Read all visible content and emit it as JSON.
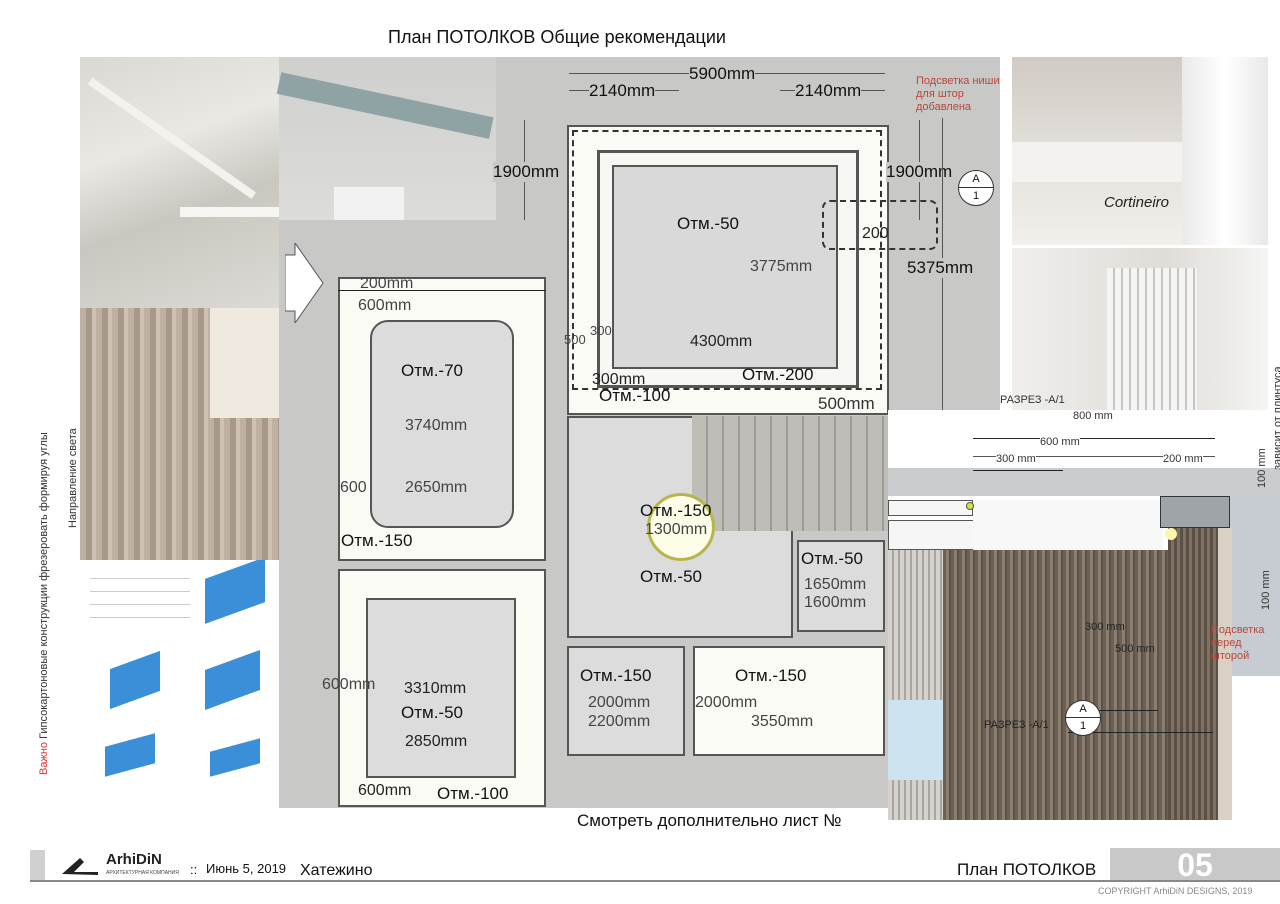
{
  "title": "План ПОТОЛКОВ Общие рекомендации",
  "side_notes": {
    "important_prefix": "Важно",
    "important_text": " Гипсокартоновые конструкции фрезеровать формируя углы",
    "light_direction": "Направление света"
  },
  "plan": {
    "dims_top": {
      "total": "5900mm",
      "left": "2140mm",
      "right": "2140mm"
    },
    "dims_side": {
      "left": "1900mm",
      "right": "1900mm",
      "height": "5375mm",
      "niche": "200"
    },
    "note_niche": "Подсветка ниши для штор добавлена",
    "marker": {
      "letter": "A",
      "number": "1"
    },
    "living": {
      "level": "Отм.-50",
      "height": "3775mm",
      "width": "4300mm",
      "inner_level": "Отм.-200",
      "outer_level": "Отм.-100",
      "offset": "300mm",
      "side": "500",
      "bottom": "500mm",
      "side2": "300"
    },
    "bedroom": {
      "top1": "200mm",
      "top2": "600mm",
      "level": "Отм.-70",
      "height": "3740mm",
      "width": "2650mm",
      "left": "600",
      "outer_level": "Отм.-150"
    },
    "room2": {
      "height": "3310mm",
      "level": "Отм.-50",
      "width": "2850mm",
      "left": "600mm",
      "bottom": "600mm",
      "outer_level": "Отм.-100"
    },
    "hall": {
      "level_top": "Отм.-150",
      "diameter": "1300mm",
      "level": "Отм.-50"
    },
    "small_room": {
      "level": "Отм.-50",
      "height": "1650mm",
      "width": "1600mm"
    },
    "bath1": {
      "level": "Отм.-150",
      "height": "2000mm",
      "width": "2200mm"
    },
    "bath2": {
      "level": "Отм.-150",
      "height": "2000mm",
      "width": "3550mm"
    },
    "see_more": "Смотреть дополнительно лист №"
  },
  "photo_label": "Cortineiro",
  "section": {
    "title": "РАЗРЕЗ -А/1",
    "d800": "800 mm",
    "d600": "600 mm",
    "d300": "300 mm",
    "d200": "200 mm",
    "d100a": "100 mm",
    "d100b": "100 mm",
    "skirting": "зависит от плинтуса",
    "d300b": "300 mm",
    "d500": "500 mm",
    "note": "Подсветка перед шторой",
    "marker": {
      "letter": "A",
      "number": "1"
    },
    "bottom_title": "РАЗРЕЗ -А/1"
  },
  "footer": {
    "brand": "ArhiDiN",
    "brand_sub": "АРХИТЕКТУРНАЯ КОМПАНИЯ",
    "sep": "::",
    "date": "Июнь 5, 2019",
    "project": "Хатежино",
    "sheet_title": "План ПОТОЛКОВ",
    "sheet_number": "05",
    "copyright": "COPYRIGHT ArhiDiN DESIGNS, 2019"
  }
}
